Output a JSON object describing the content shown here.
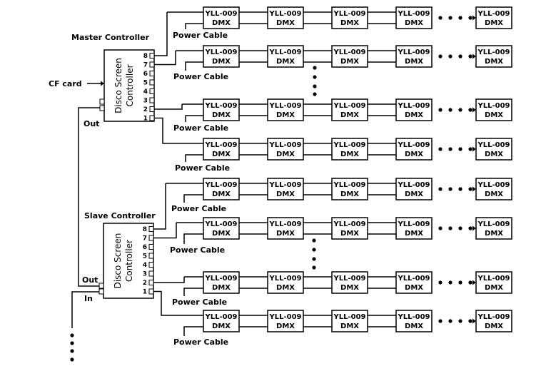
{
  "diagram": {
    "master": {
      "title": "Master Controller",
      "body_line1": "Disco Screen",
      "body_line2": "Controller",
      "ports": [
        "8",
        "7",
        "6",
        "5",
        "4",
        "3",
        "2",
        "1"
      ],
      "out_label": "Out",
      "input_label": "CF card"
    },
    "slave": {
      "title": "Slave Controller",
      "body_line1": "Disco Screen",
      "body_line2": "Controller",
      "ports": [
        "8",
        "7",
        "6",
        "5",
        "4",
        "3",
        "2",
        "1"
      ],
      "out_label": "Out",
      "in_label": "In"
    },
    "node": {
      "line1": "YLL-009",
      "line2": "DMX"
    },
    "power_cable_label": "Power Cable"
  },
  "colors": {
    "line": "#000000",
    "background": "#ffffff"
  }
}
